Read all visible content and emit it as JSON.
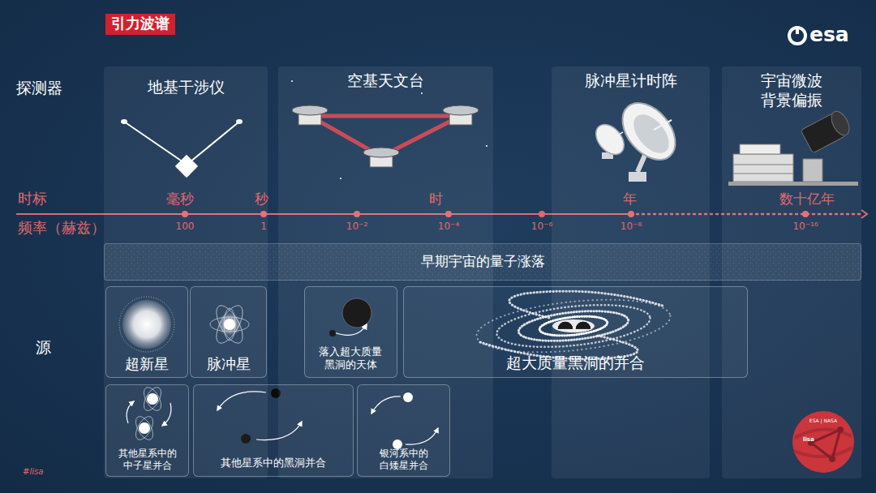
{
  "diagram": {
    "title": "引力波谱",
    "nodes": [
      {
        "text": [
          "地基干涉仪"
        ]
      },
      {
        "text": [
          "空基天文台"
        ]
      },
      {
        "text": [
          "脉冲星计时阵"
        ]
      },
      {
        "text": [
          "宇宙微波 背景偏振"
        ]
      },
      {
        "text": [
          "早期宇宙的量子涨落"
        ]
      },
      {
        "text": [
          "超新星"
        ]
      },
      {
        "text": [
          "脉冲星"
        ]
      },
      {
        "text": [
          "落入超大质量 黑洞的天体"
        ]
      },
      {
        "text": [
          "超大质量黑洞的并合"
        ]
      },
      {
        "text": [
          "其他星系中的 中子星并合"
        ]
      },
      {
        "text": [
          "其他星系中的黑洞并合"
        ]
      },
      {
        "text": [
          "银河系中的 白矮星并合"
        ]
      }
    ],
    "labels": [
      "探测器",
      "时标",
      "毫秒",
      "秒",
      "时",
      "年",
      "数十亿年",
      "频率（赫兹）",
      "100",
      "1",
      "10⁻²",
      "10⁻⁴",
      "10⁻⁶",
      "10⁻⁸",
      "10⁻¹⁶",
      "源",
      "esa",
      "#lisa",
      "ESA | NASA",
      "lisa"
    ]
  }
}
